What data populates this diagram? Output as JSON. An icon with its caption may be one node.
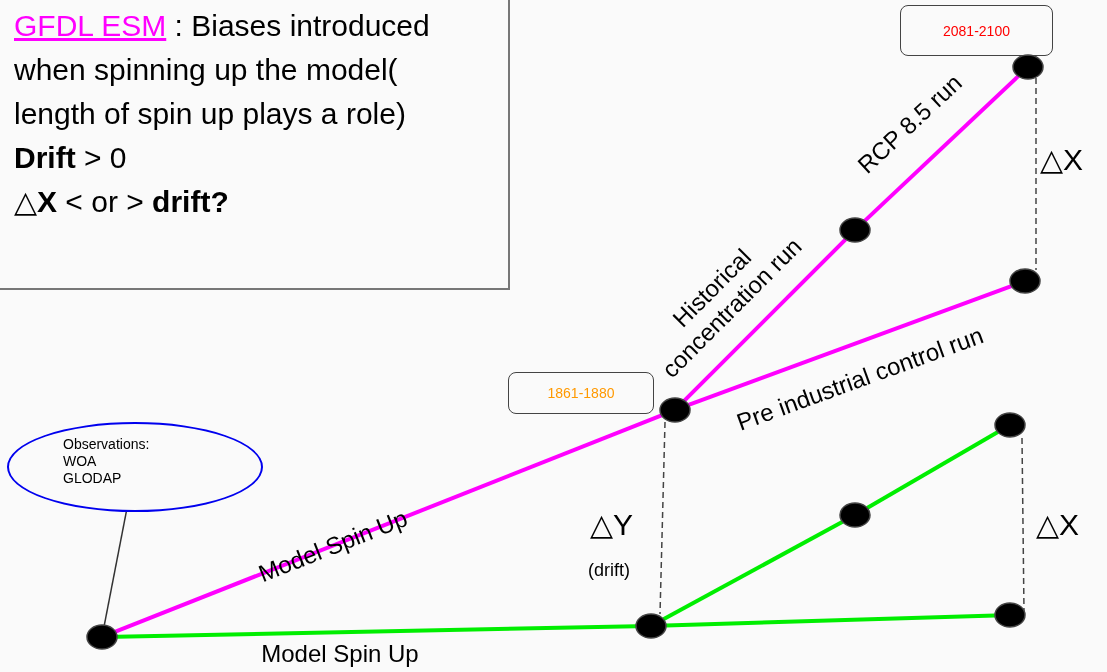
{
  "diagram": {
    "nodes": [
      {
        "text": [
          "GFDL ESM",
          ": Biases introduced when spinning up the model( length of spin up plays a role)",
          "**Drift** > 0",
          "△**X** < or > **drift?**"
        ]
      },
      {
        "text": [
          "Observations:",
          "WOA",
          "GLODAP"
        ]
      },
      {
        "text": [
          "2081-2100"
        ]
      },
      {
        "text": [
          "1861-1880"
        ]
      },
      {
        "text": [],
        "shape": "circle"
      },
      {
        "text": [],
        "shape": "circle"
      },
      {
        "text": [],
        "shape": "circle"
      },
      {
        "text": [],
        "shape": "circle"
      },
      {
        "text": [],
        "shape": "circle"
      },
      {
        "text": [],
        "shape": "circle"
      },
      {
        "text": [],
        "shape": "circle"
      },
      {
        "text": [],
        "shape": "circle"
      },
      {
        "text": [],
        "shape": "circle"
      }
    ],
    "edges": [
      {
        "from": 1,
        "to": 4,
        "arrow": "none",
        "color": "#333333"
      },
      {
        "from": 4,
        "to": 5,
        "arrow": "none",
        "label": "Model Spin Up",
        "color": "#ff00ff"
      },
      {
        "from": 5,
        "to": 6,
        "arrow": "none",
        "label": "Historical concentration run",
        "color": "#ff00ff"
      },
      {
        "from": 6,
        "to": 7,
        "arrow": "none",
        "label": "RCP 8.5 run",
        "color": "#ff00ff"
      },
      {
        "from": 5,
        "to": 8,
        "arrow": "none",
        "label": "Pre industrial control run",
        "color": "#ff00ff"
      },
      {
        "from": 4,
        "to": 9,
        "arrow": "none",
        "label": "Model Spin Up",
        "color": "#00ee00"
      },
      {
        "from": 9,
        "to": 10,
        "arrow": "none",
        "color": "#00ee00"
      },
      {
        "from": 10,
        "to": 11,
        "arrow": "none",
        "color": "#00ee00"
      },
      {
        "from": 9,
        "to": 12,
        "arrow": "none",
        "color": "#00ee00"
      }
    ],
    "labels": [
      "△X",
      "△Y",
      "(drift)",
      "△X"
    ]
  }
}
